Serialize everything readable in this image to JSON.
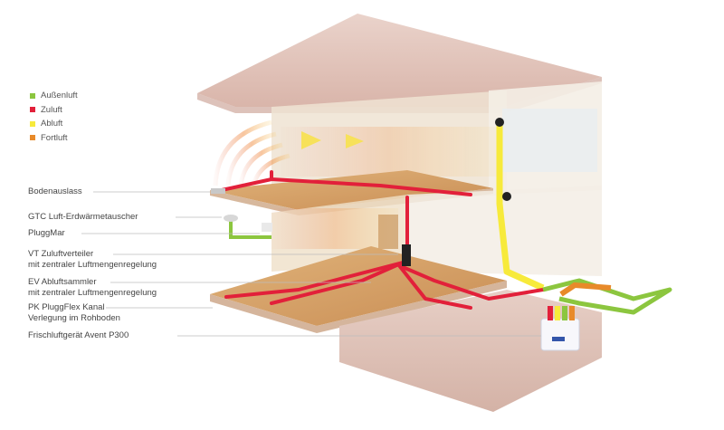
{
  "colors": {
    "aussenluft": "#8cc63f",
    "zuluft": "#e2203a",
    "abluft": "#f7ea3b",
    "fortluft": "#e88a2a"
  },
  "legend": [
    {
      "label": "Außenluft",
      "color": "#8cc63f"
    },
    {
      "label": "Zuluft",
      "color": "#e2203a"
    },
    {
      "label": "Abluft",
      "color": "#f7ea3b"
    },
    {
      "label": "Fortluft",
      "color": "#e88a2a"
    }
  ],
  "callouts": [
    {
      "line1": "Bodenauslass",
      "line2": ""
    },
    {
      "line1": "GTC Luft-Erdwärmetauscher",
      "line2": ""
    },
    {
      "line1": "PluggMar",
      "line2": ""
    },
    {
      "line1": "VT Zuluftverteiler",
      "line2": "mit zentraler Luftmengenregelung"
    },
    {
      "line1": "EV Abluftsammler",
      "line2": "mit zentraler Luftmengenregelung"
    },
    {
      "line1": "PK PluggFlex Kanal",
      "line2": "Verlegung im Rohboden"
    },
    {
      "line1": "Frischluftgerät Avent P300",
      "line2": ""
    }
  ]
}
